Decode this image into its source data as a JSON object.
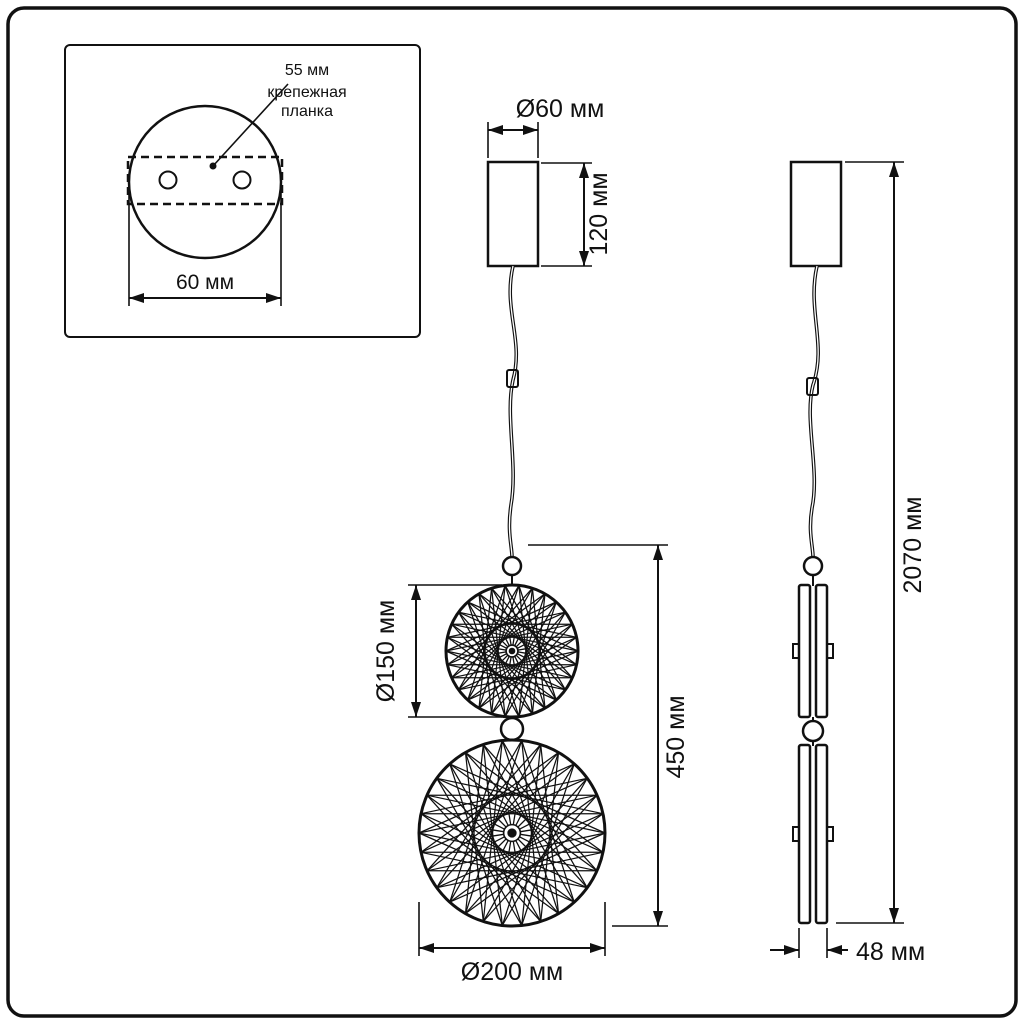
{
  "colors": {
    "line": "#111111",
    "background": "#ffffff"
  },
  "drawing": {
    "inset": {
      "dim_plate": "55 мм",
      "plate_label_line1": "крепежная",
      "plate_label_line2": "планка",
      "dim_canopy": "60 мм"
    },
    "front": {
      "dia_canopy": "Ø60 мм",
      "canopy_height": "120 мм",
      "dia_small_disc": "Ø150 мм",
      "decor_height": "450 мм",
      "dia_large_disc": "Ø200 мм"
    },
    "side": {
      "total_height": "2070 мм",
      "body_width": "48 мм"
    }
  }
}
